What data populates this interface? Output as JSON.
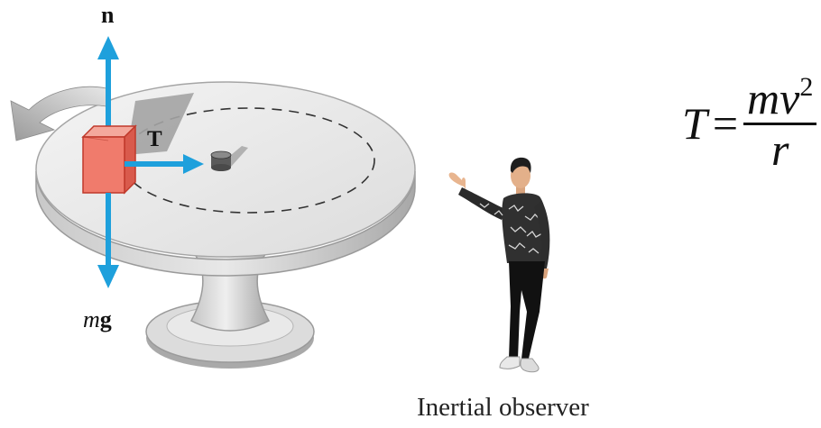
{
  "labels": {
    "normal_force": "n",
    "tension": "T",
    "weight_m": "m",
    "weight_g": "g",
    "observer_caption": "Inertial observer"
  },
  "formula": {
    "lhs": "T",
    "equals": "=",
    "numerator": "mv",
    "exponent": "2",
    "denominator": "r"
  },
  "colors": {
    "arrow": "#1ea0dc",
    "block_front": "#f07b6c",
    "block_top": "#f4a89c",
    "block_side": "#d95a4c",
    "table": "#e6e6e6"
  }
}
